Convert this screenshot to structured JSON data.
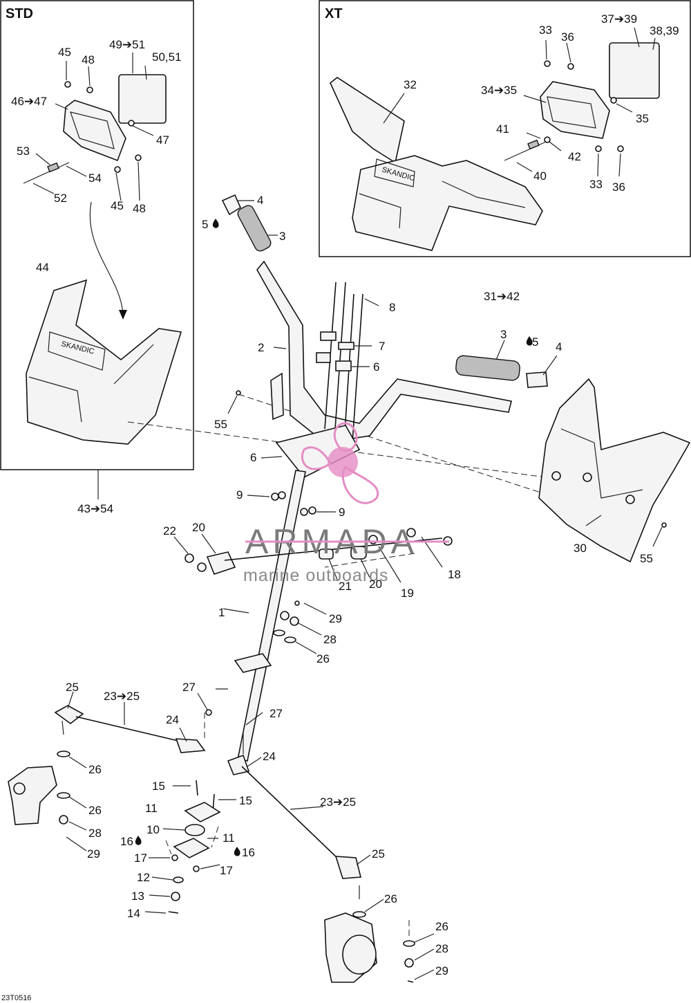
{
  "panels": {
    "std_title": "STD",
    "std_group": "43➔54",
    "xt_title": "XT",
    "xt_group": "31➔42"
  },
  "watermark": {
    "brand": "ARMADA",
    "tagline": "marine outboards",
    "accent_color": "#e58cc4"
  },
  "drawing_code": "23T0516",
  "labels": {
    "std": [
      "45",
      "48",
      "49➔51",
      "50,51",
      "46➔47",
      "47",
      "53",
      "54",
      "52",
      "45",
      "48",
      "44"
    ],
    "xt": [
      "33",
      "36",
      "37➔39",
      "38,39",
      "32",
      "34➔35",
      "35",
      "41",
      "42",
      "40",
      "33",
      "36"
    ],
    "main": [
      "4",
      "5",
      "3",
      "8",
      "7",
      "2",
      "6",
      "55",
      "3",
      "5",
      "4",
      "6",
      "9",
      "9",
      "22",
      "20",
      "30",
      "55",
      "18",
      "21",
      "20",
      "19",
      "1",
      "29",
      "28",
      "26",
      "25",
      "23➔25",
      "27",
      "24",
      "27",
      "26",
      "24",
      "15",
      "15",
      "11",
      "23➔25",
      "26",
      "10",
      "11",
      "16",
      "16",
      "17",
      "17",
      "28",
      "25",
      "12",
      "29",
      "13",
      "14",
      "26",
      "26",
      "28",
      "29"
    ]
  }
}
